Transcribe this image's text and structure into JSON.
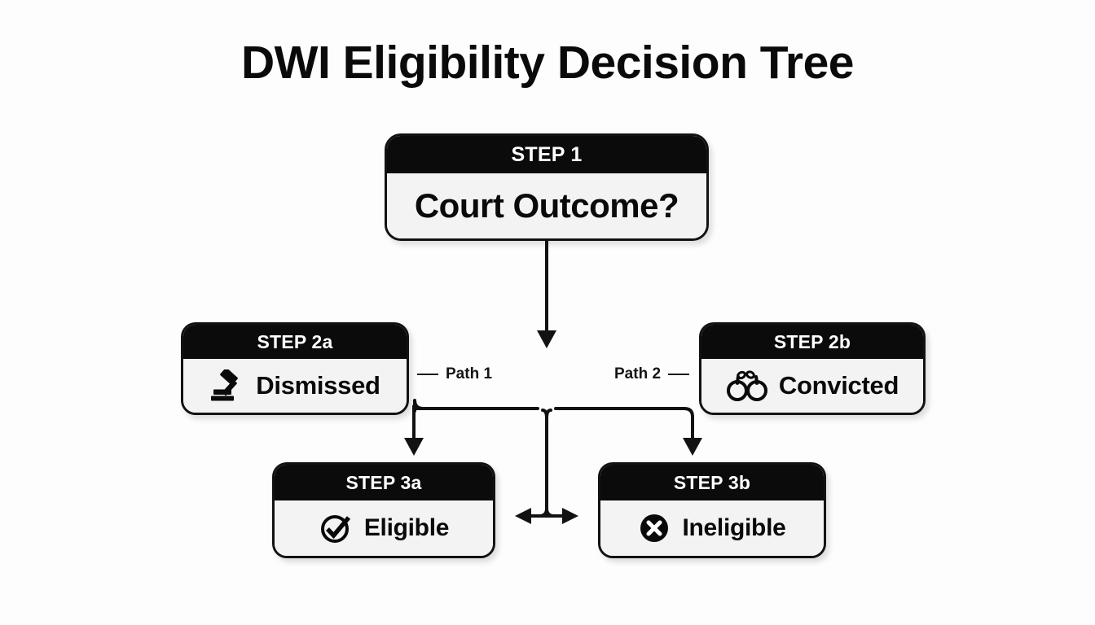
{
  "page": {
    "title": "DWI Eligibility Decision Tree",
    "background_color": "#fdfdfd",
    "accent_color": "#0b0b0b",
    "body_color": "#f3f3f3"
  },
  "nodes": {
    "step1": {
      "header": "STEP 1",
      "label": "Court Outcome?",
      "icon": ""
    },
    "step2a": {
      "header": "STEP 2a",
      "label": "Dismissed",
      "icon": "gavel-icon"
    },
    "step2b": {
      "header": "STEP 2b",
      "label": "Convicted",
      "icon": "handcuffs-icon"
    },
    "step3a": {
      "header": "STEP 3a",
      "label": "Eligible",
      "icon": "check-circle-icon"
    },
    "step3b": {
      "header": "STEP 3b",
      "label": "Ineligible",
      "icon": "x-circle-icon"
    }
  },
  "connectors": {
    "path1_label": "Path 1",
    "path2_label": "Path 2"
  },
  "chart_data": {
    "type": "diagram",
    "title": "DWI Eligibility Decision Tree",
    "nodes": [
      {
        "id": "step1",
        "step": "STEP 1",
        "text": "Court Outcome?",
        "level": 1
      },
      {
        "id": "step2a",
        "step": "STEP 2a",
        "text": "Dismissed",
        "level": 2,
        "icon": "gavel"
      },
      {
        "id": "step2b",
        "step": "STEP 2b",
        "text": "Convicted",
        "level": 2,
        "icon": "handcuffs"
      },
      {
        "id": "step3a",
        "step": "STEP 3a",
        "text": "Eligible",
        "level": 3,
        "icon": "check-circle"
      },
      {
        "id": "step3b",
        "step": "STEP 3b",
        "text": "Ineligible",
        "level": 3,
        "icon": "x-circle"
      }
    ],
    "edges": [
      {
        "from": "step1",
        "to": "decision-split",
        "label": ""
      },
      {
        "from": "step2a",
        "to": "step3a",
        "label": "Path 1"
      },
      {
        "from": "step2b",
        "to": "step3b",
        "label": "Path 2"
      },
      {
        "from": "step3a",
        "to": "step3b",
        "label": "",
        "style": "double-arrow"
      }
    ]
  }
}
